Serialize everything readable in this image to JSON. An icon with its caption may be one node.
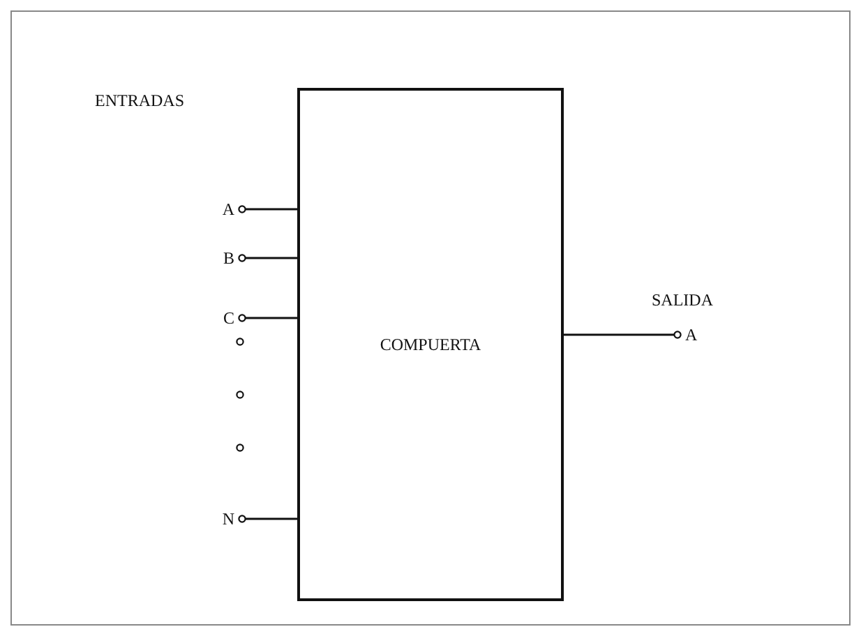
{
  "diagram": {
    "nodes": [
      {
        "text": [
          "COMPUERTA"
        ]
      },
      {
        "text": [
          "A"
        ]
      },
      {
        "text": [
          "B"
        ]
      },
      {
        "text": [
          "C"
        ]
      },
      {
        "text": [
          "N"
        ]
      },
      {
        "text": [
          "A"
        ]
      }
    ],
    "edges": [
      {
        "from": 1,
        "to": 0,
        "arrow": "other"
      },
      {
        "from": 2,
        "to": 0,
        "arrow": "other"
      },
      {
        "from": 3,
        "to": 0,
        "arrow": "other"
      },
      {
        "from": 4,
        "to": 0,
        "arrow": "other"
      },
      {
        "from": 5,
        "to": 0,
        "arrow": "other"
      }
    ],
    "labels": [
      "ENTRADAS",
      "SALIDA"
    ]
  }
}
